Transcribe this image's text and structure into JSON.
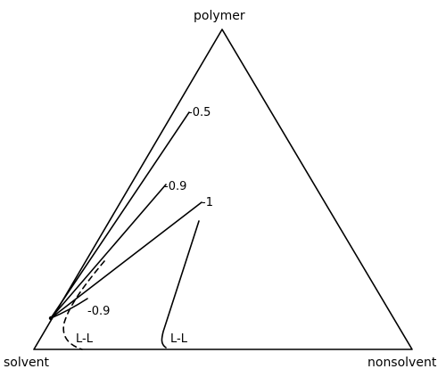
{
  "vertices": {
    "top": "polymer",
    "left": "solvent",
    "right": "nonsolvent"
  },
  "curves": [
    {
      "label": "-0.5"
    },
    {
      "label": "-0.9"
    },
    {
      "label": "-1"
    },
    {
      "label": "-0.9"
    }
  ],
  "regions": [
    {
      "label": "L-L"
    },
    {
      "label": "L-L"
    }
  ]
}
